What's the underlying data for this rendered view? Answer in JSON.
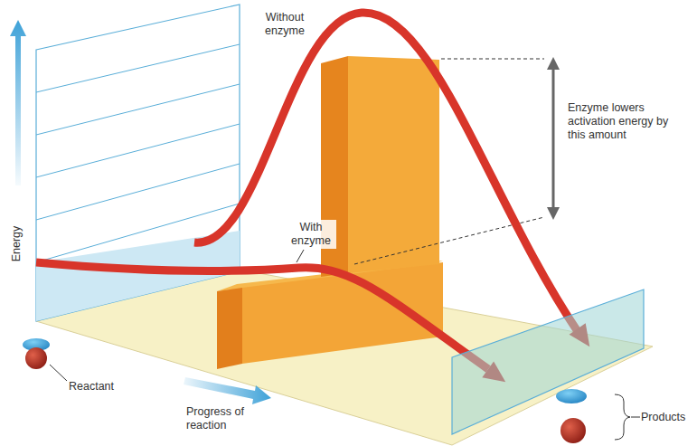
{
  "diagram": {
    "labels": [
      "Without enzyme",
      "Enzyme lowers activation energy by this amount",
      "With enzyme",
      "Energy",
      "Reactant",
      "Progress of reaction",
      "Products"
    ]
  }
}
